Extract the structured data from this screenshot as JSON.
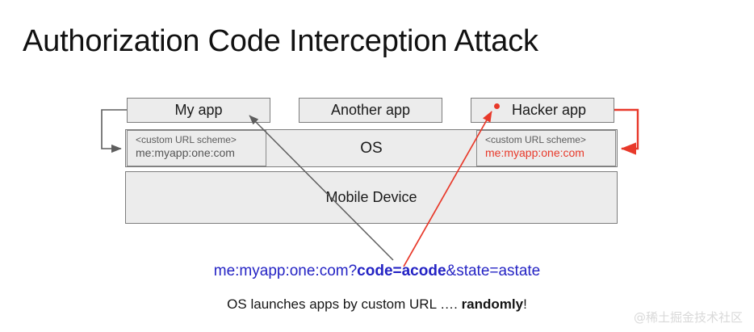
{
  "slide": {
    "title": "Authorization Code Interception Attack",
    "watermark": "@稀土掘金技术社区"
  },
  "diagram": {
    "apps": [
      {
        "id": "my-app",
        "label": "My app"
      },
      {
        "id": "another-app",
        "label": "Another app"
      },
      {
        "id": "hacker-app",
        "label": "Hacker app",
        "marker": "red-dot"
      }
    ],
    "layers": [
      {
        "id": "os",
        "label": "OS"
      },
      {
        "id": "mobile-device",
        "label": "Mobile Device"
      }
    ],
    "url_scheme_panes": [
      {
        "id": "left",
        "scheme_label": "<custom URL scheme>",
        "scheme_value": "me:myapp:one:com",
        "value_color": "#555555"
      },
      {
        "id": "right",
        "scheme_label": "<custom URL scheme>",
        "scheme_value": "me:myapp:one:com",
        "value_color": "#e8392a"
      }
    ],
    "connectors": [
      {
        "id": "left-bracket",
        "color": "#5e5e5e",
        "from": "my-app",
        "to": "os-url-scheme-left"
      },
      {
        "id": "right-bracket",
        "color": "#e8392a",
        "from": "hacker-app",
        "to": "os-url-scheme-right"
      },
      {
        "id": "callout-to-my-app",
        "color": "#5e5e5e",
        "from": "redirect-url",
        "to": "my-app"
      },
      {
        "id": "callout-to-hacker-app",
        "color": "#e8392a",
        "from": "redirect-url",
        "to": "hacker-app"
      }
    ]
  },
  "redirect_url": {
    "prefix": "me:myapp:one:com?",
    "code_param": "code=acode",
    "suffix": "&state=astate"
  },
  "caption": {
    "text": "OS launches apps by custom URL …. ",
    "emphasis": "randomly",
    "tail": "!"
  },
  "colors": {
    "attack_red": "#e8392a",
    "url_blue": "#2423c4",
    "box_fill": "#ececec",
    "box_stroke": "#7d7d7d"
  }
}
